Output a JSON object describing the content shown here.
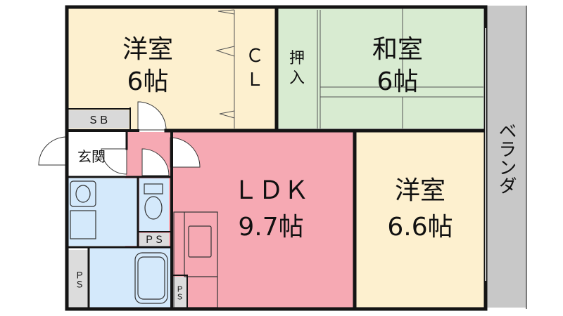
{
  "rooms": {
    "western1": {
      "name": "洋室",
      "size": "6帖"
    },
    "closet": {
      "name": "ＣＬ",
      "line1": "Ｃ",
      "line2": "Ｌ"
    },
    "oshiire": {
      "line1": "押",
      "line2": "入"
    },
    "japanese": {
      "name": "和室",
      "size": "6帖"
    },
    "sb": {
      "name": "ＳＢ"
    },
    "entrance": {
      "name": "玄関"
    },
    "ldk": {
      "name": "ＬＤＫ",
      "size": "9.7帖"
    },
    "western2": {
      "name": "洋室",
      "size": "6.6帖"
    },
    "balcony": {
      "name": "ベランダ"
    },
    "ps1": {
      "name": "ＰＳ"
    },
    "ps2": {
      "name": "ＰＳ"
    },
    "ps3": {
      "name": "ＰＳ"
    }
  },
  "colors": {
    "western": "#fdf0cf",
    "japanese": "#d8ebd1",
    "ldk": "#f6a9b3",
    "wet": "#d4e9fb",
    "balcony": "#c8c8c8",
    "wall": "#141414"
  }
}
